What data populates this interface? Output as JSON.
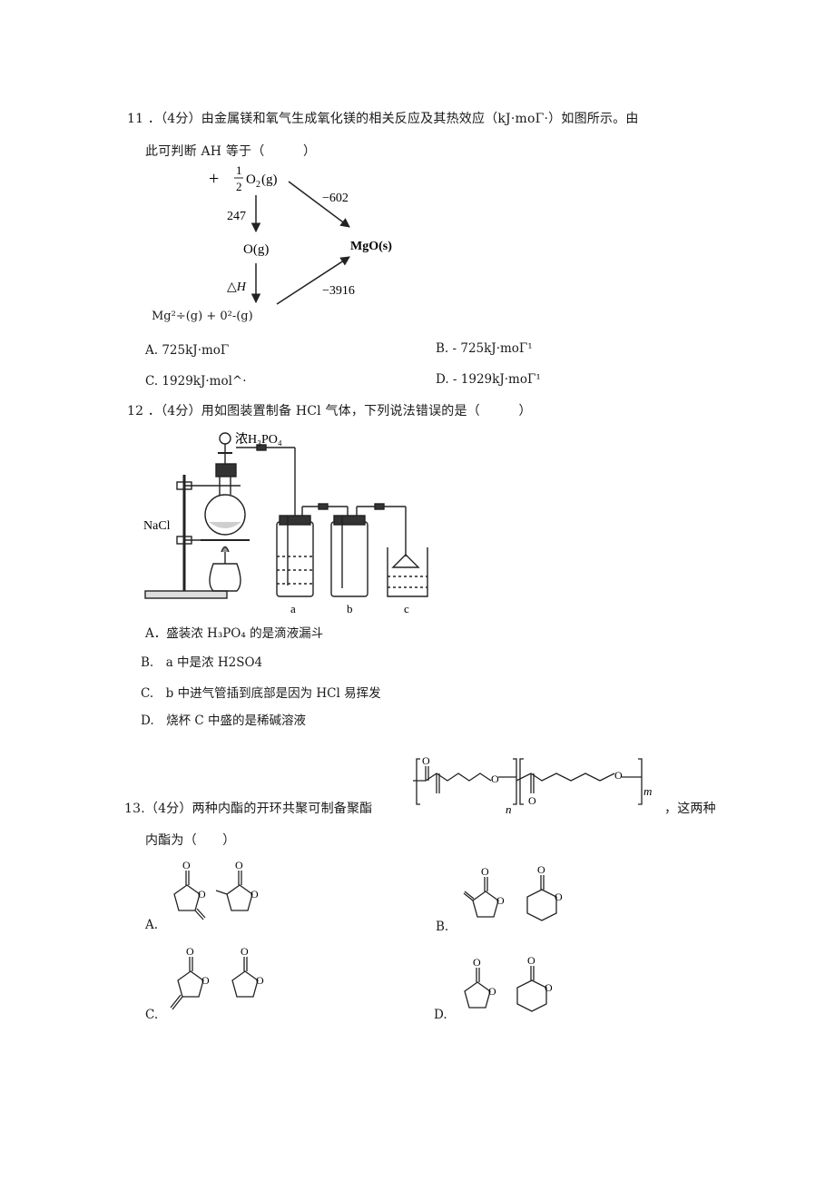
{
  "q11": {
    "line1": "11 ．（4分）由金属镁和氧气生成氧化镁的相关反应及其热效应（kJ·moΓ·）如图所示。由",
    "line2": "此可判断 AH 等于（　　　）",
    "diagram": {
      "plus": "+",
      "half_num": "1",
      "half_den": "2",
      "o2": "O",
      "o2_sub": "2",
      "o2_state": "(g)",
      "val_247": "247",
      "val_602": "−602",
      "og": "O(g)",
      "mgo": "MgO(s)",
      "dh": "△H",
      "val_3916": "−3916",
      "bottom": "Mg²÷(g) + 0²-(g)"
    },
    "options": {
      "A": "A. 725kJ·moΓ",
      "B": "B. - 725kJ·moΓ¹",
      "C": "C. 1929kJ·mol^·",
      "D": "D. - 1929kJ·moΓ¹"
    }
  },
  "q12": {
    "line1": "12 ．（4分）用如图装置制备 HCl 气体，下列说法错误的是（　　　）",
    "apparatus": {
      "acid_label": "浓H₃PO₄",
      "nacl_label": "NaCl",
      "a": "a",
      "b": "b",
      "c": "c"
    },
    "options": {
      "A": "A．盛装浓 H₃PO₄ 的是滴液漏斗",
      "B": "B.　a 中是浓 H2SO4",
      "C": "C.　b 中进气管插到底部是因为 HCl 易挥发",
      "D": "D.　烧杯 C 中盛的是稀碱溶液"
    }
  },
  "q13": {
    "line1": "13.（4分）两种内酯的开环共聚可制备聚酯",
    "line1_tail": "，这两种",
    "line2": "内酯为（　　）",
    "polymer": {
      "o1": "O",
      "o2": "O",
      "o3": "O",
      "o4": "O",
      "n": "n",
      "m": "m"
    },
    "option_labels": {
      "A": "A.",
      "B": "B.",
      "C": "C.",
      "D": "D."
    },
    "ring_o": "O"
  }
}
